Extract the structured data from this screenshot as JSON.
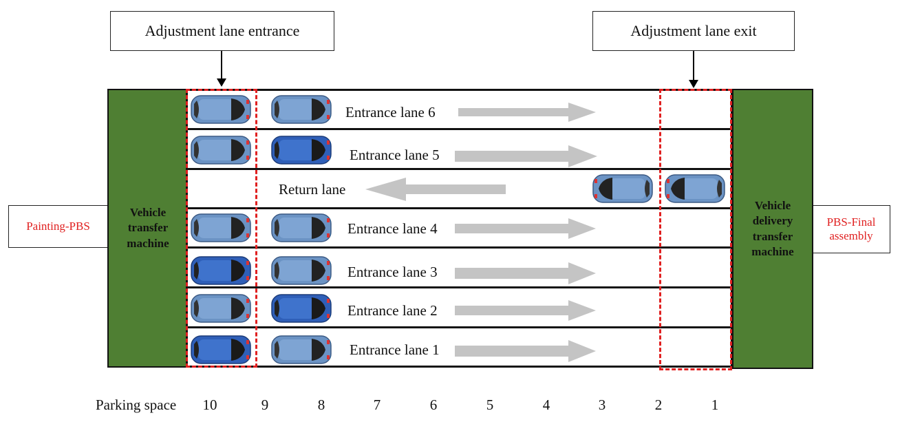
{
  "callouts": {
    "entrance": "Adjustment lane entrance",
    "exit": "Adjustment lane exit"
  },
  "side_labels": {
    "left": "Painting-PBS",
    "right_line1": "PBS-Final",
    "right_line2": "assembly"
  },
  "machines": {
    "left": [
      "Vehicle",
      "transfer",
      "machine"
    ],
    "right": [
      "Vehicle",
      "delivery",
      "transfer",
      "machine"
    ]
  },
  "lanes": [
    {
      "label": "Entrance lane 6",
      "direction": "right"
    },
    {
      "label": "Entrance lane 5",
      "direction": "right"
    },
    {
      "label": "Return lane",
      "direction": "left"
    },
    {
      "label": "Entrance lane 4",
      "direction": "right"
    },
    {
      "label": "Entrance lane 3",
      "direction": "right"
    },
    {
      "label": "Entrance lane 2",
      "direction": "right"
    },
    {
      "label": "Entrance lane 1",
      "direction": "right"
    }
  ],
  "parking": {
    "label": "Parking space",
    "spaces": [
      "10",
      "9",
      "8",
      "7",
      "6",
      "5",
      "4",
      "3",
      "2",
      "1"
    ]
  },
  "colors": {
    "machine_green": "#4f7f33",
    "dash_red": "#e02020",
    "arrow_gray": "#c4c4c4",
    "car_light_blue": "#6b93c4",
    "car_dark_blue": "#2f5fb8"
  }
}
